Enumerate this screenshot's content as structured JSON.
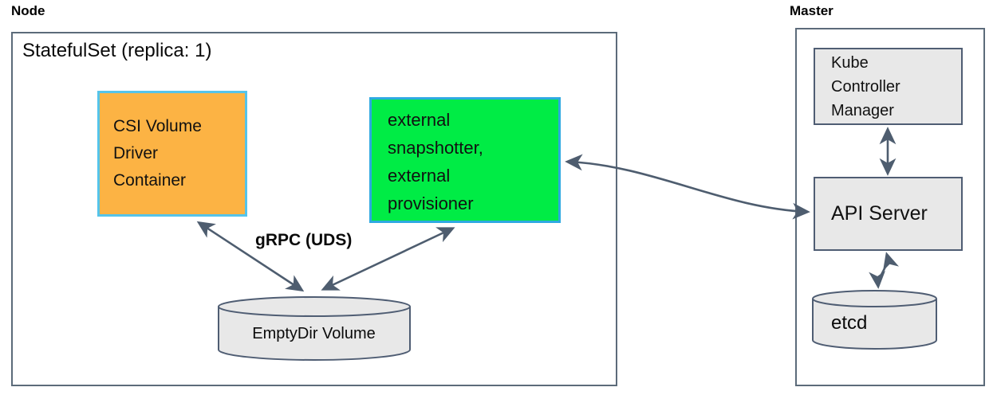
{
  "node": {
    "label": "Node",
    "statefulset_title": "StatefulSet (replica: 1)",
    "csi_driver_box": {
      "text": "CSI Volume Driver Container",
      "lines": [
        "CSI Volume",
        "Driver",
        "Container"
      ]
    },
    "sidecar_box": {
      "text": "external snapshotter, external provisioner",
      "lines": [
        "external",
        "snapshotter,",
        "external",
        "provisioner"
      ]
    },
    "grpc_label": "gRPC (UDS)",
    "emptydir_volume": {
      "label": "EmptyDir Volume"
    }
  },
  "master": {
    "label": "Master",
    "kube_controller_manager_box": {
      "text": "Kube Controller Manager",
      "lines": [
        "Kube",
        "Controller",
        "Manager"
      ]
    },
    "api_server_box": {
      "label": "API Server"
    },
    "etcd": {
      "label": "etcd"
    }
  },
  "colors": {
    "csi_box_fill": "#FCB344",
    "csi_box_border": "#55C4EA",
    "sidecar_box_fill": "#00EC45",
    "sidecar_box_border": "#2EA9E1",
    "gray_box_fill": "#E8E8E8",
    "gray_box_border": "#4F5D73",
    "outer_box_border": "#5C6B7A",
    "arrow_color": "#4E5D6F"
  }
}
